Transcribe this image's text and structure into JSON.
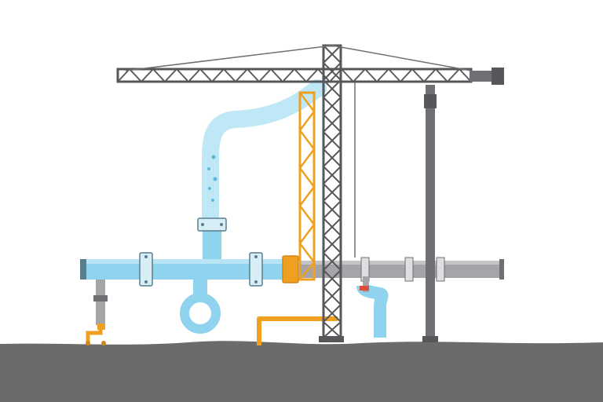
{
  "scene": {
    "description_items": [
      "tower-crane",
      "water-pipeline",
      "steel-pipeline",
      "orange-scaffold",
      "ground"
    ]
  },
  "colors": {
    "background": "#ffffff",
    "ground": "#6b6b6b",
    "steel": "#6e7073",
    "steel_dark": "#55575a",
    "water_pipe": "#8fd3ee",
    "water_pipe_dark": "#5fb8dc",
    "water_flow": "#bfe8f6",
    "grey_pipe": "#a3a5a8",
    "orange": "#f0a020",
    "orange_dark": "#d4861a",
    "red_valve": "#e04a3a"
  },
  "icons": {
    "crane": "tower-crane-icon",
    "valve": "valve-icon",
    "flange": "flange-icon"
  }
}
